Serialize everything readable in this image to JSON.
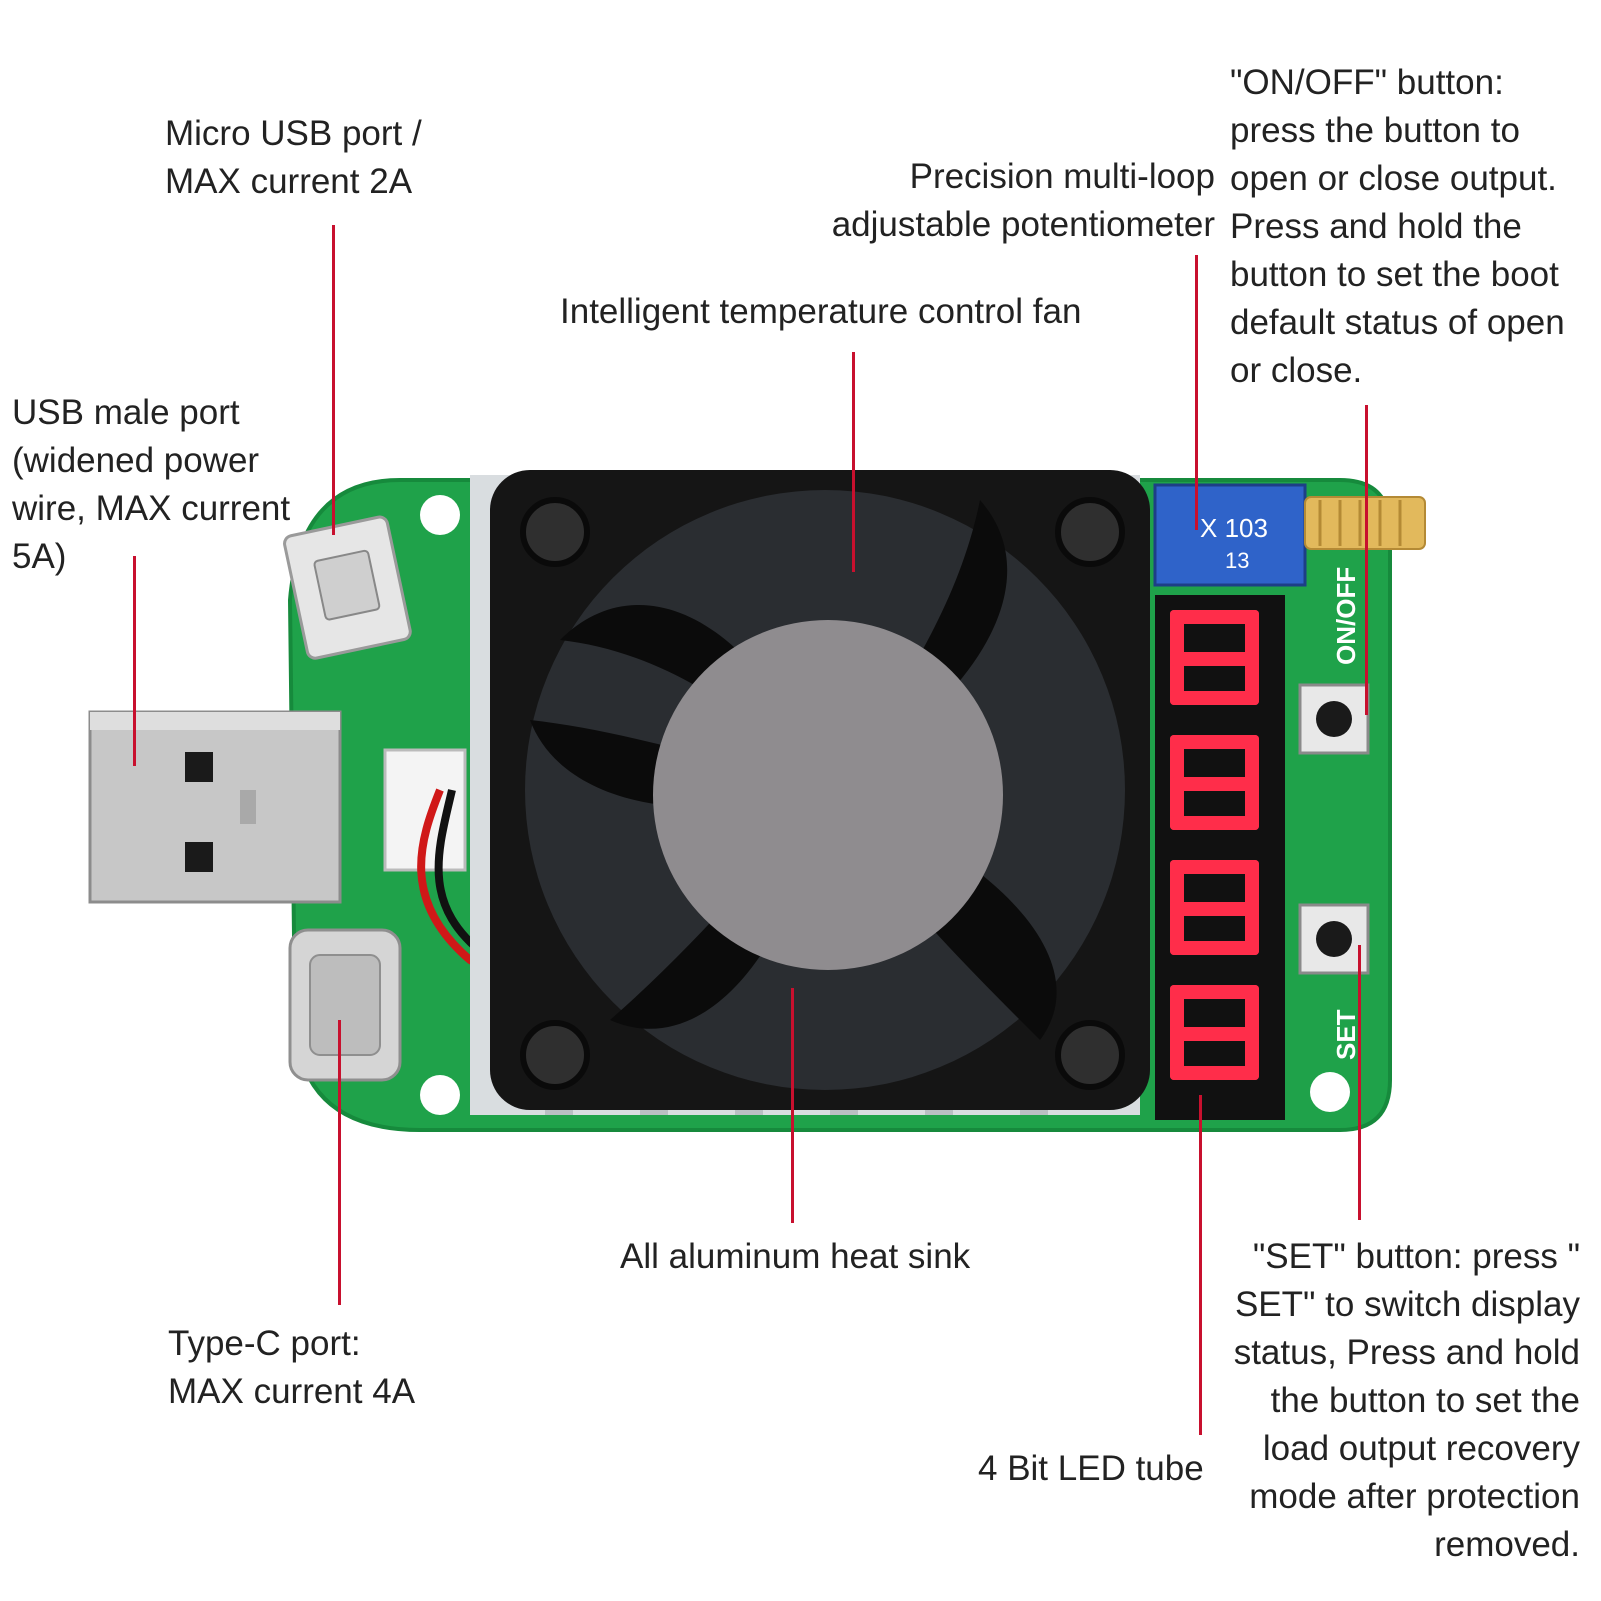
{
  "callouts": {
    "micro_usb": "Micro USB port /\nMAX current 2A",
    "usb_male": "USB male port\n(widened power\nwire, MAX current\n5A)",
    "fan": "Intelligent temperature control fan",
    "potentiometer": "Precision multi-loop\nadjustable potentiometer",
    "on_off": "\"ON/OFF\" button:\npress the button to\nopen or close output.\nPress and hold the\nbutton to set the boot\ndefault status of open\nor close.",
    "heat_sink": "All aluminum heat sink",
    "type_c": "Type-C port:\nMAX current 4A",
    "led_tube": "4 Bit LED tube",
    "set_button": "\"SET\" button: press \"\nSET\" to switch display\nstatus, Press and hold\nthe button to set the\nload output recovery\nmode after protection\nremoved."
  },
  "board": {
    "potentiometer_text_1": "X 103",
    "potentiometer_text_2": "13",
    "on_off_silkscreen": "ON/OFF",
    "set_silkscreen": "SET"
  },
  "colors": {
    "pcb": "#1fa24a",
    "leader": "#c8102e",
    "led_on": "#ff2d4a",
    "fan": "#151515",
    "hub": "#8f8c8f"
  }
}
